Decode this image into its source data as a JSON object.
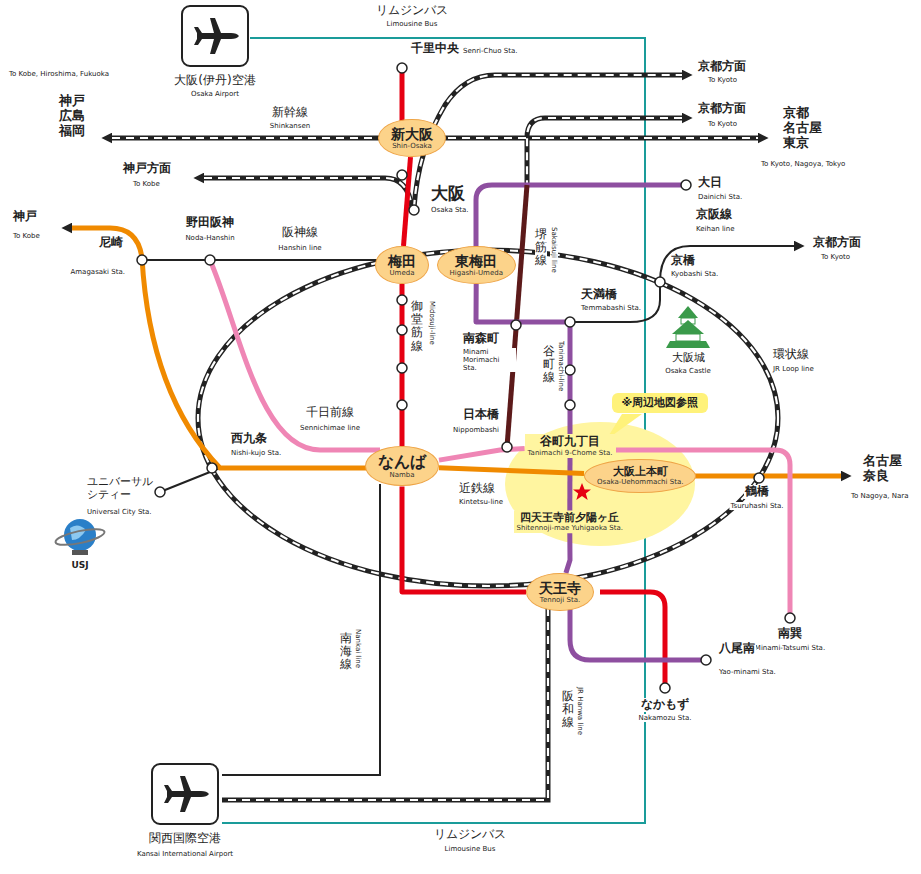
{
  "diagram": {
    "nodes": [
      {
        "text": [
          "新大阪",
          "Shin-Osaka"
        ]
      },
      {
        "text": [
          "梅田",
          "Umeda"
        ]
      },
      {
        "text": [
          "東梅田",
          "Higashi-Umeda"
        ]
      },
      {
        "text": [
          "なんば",
          "Namba"
        ]
      },
      {
        "text": [
          "※周辺地図参照"
        ]
      },
      {
        "text": [
          "谷町九丁目",
          "Tanimachi 9-Chome Sta."
        ]
      },
      {
        "text": [
          "大阪上本町",
          "Osaka-Uehommachi Sta."
        ]
      },
      {
        "text": [
          "四天王寺前夕陽ヶ丘",
          "Shitennoji-mae Yuhigaoka Sta."
        ]
      },
      {
        "text": [
          "天王寺",
          "Tennoji Sta."
        ]
      }
    ],
    "edges": [
      {
        "from": 0,
        "to": 1,
        "arrow": "none"
      },
      {
        "from": 1,
        "to": 3,
        "arrow": "none"
      },
      {
        "from": 3,
        "to": 8,
        "arrow": "none"
      },
      {
        "from": 2,
        "to": 5,
        "arrow": "none"
      },
      {
        "from": 5,
        "to": 7,
        "arrow": "none"
      },
      {
        "from": 7,
        "to": 8,
        "arrow": "none"
      },
      {
        "from": 3,
        "to": 6,
        "arrow": "none"
      },
      {
        "from": 3,
        "to": 5,
        "arrow": "none"
      }
    ],
    "labels": [
      "リムジンバス",
      "Limousine Bus",
      "大阪(伊丹)空港",
      "Osaka Airport",
      "千里中央",
      "Senri-Chuo Sta.",
      "京都方面",
      "To Kyoto",
      "京都方面",
      "To Kyoto",
      "京都 名古屋 東京",
      "To Kyoto, Nagoya, Tokyo",
      "To Kobe, Hiroshima, Fukuoka",
      "神戸 広島 福岡",
      "新幹線",
      "Shinkansen",
      "神戸方面",
      "To Kobe",
      "大阪",
      "Osaka Sta.",
      "大日",
      "Dainichi Sta.",
      "京阪線",
      "Keihan line",
      "京都方面",
      "To Kyoto",
      "神戸",
      "To Kobe",
      "尼崎",
      "Amagasaki Sta.",
      "野田阪神",
      "Noda-Hanshin",
      "阪神線",
      "Hanshin line",
      "京橋",
      "Kyobashi Sta.",
      "堺筋線",
      "Sakaisuji line",
      "天満橋",
      "Temmabashi Sta.",
      "南森町",
      "Minami Morimachi Sta.",
      "御堂筋線",
      "Midosuji-line",
      "大阪城",
      "Osaka Castle",
      "環状線",
      "JR Loop line",
      "谷町線",
      "Tanimachi-line",
      "日本橋",
      "Nippombashi",
      "千日前線",
      "Sennichimae line",
      "西九条",
      "Nishi-kujo Sta.",
      "近鉄線",
      "Kintetsu-line",
      "名古屋 奈良",
      "To Nagoya, Nara",
      "鶴橋",
      "Tsuruhashi Sta.",
      "ユニバーサル シティー",
      "Universal City Sta.",
      "USJ",
      "南巽",
      "Minami-Tatsumi Sta.",
      "八尾南",
      "Yao-minami Sta.",
      "なかもず",
      "Nakamozu Sta.",
      "南海線",
      "Nankai line",
      "阪和線",
      "JR Hanwa line",
      "関西国際空港",
      "Kansai International Airport",
      "リムジンバス",
      "Limousine Bus"
    ]
  }
}
